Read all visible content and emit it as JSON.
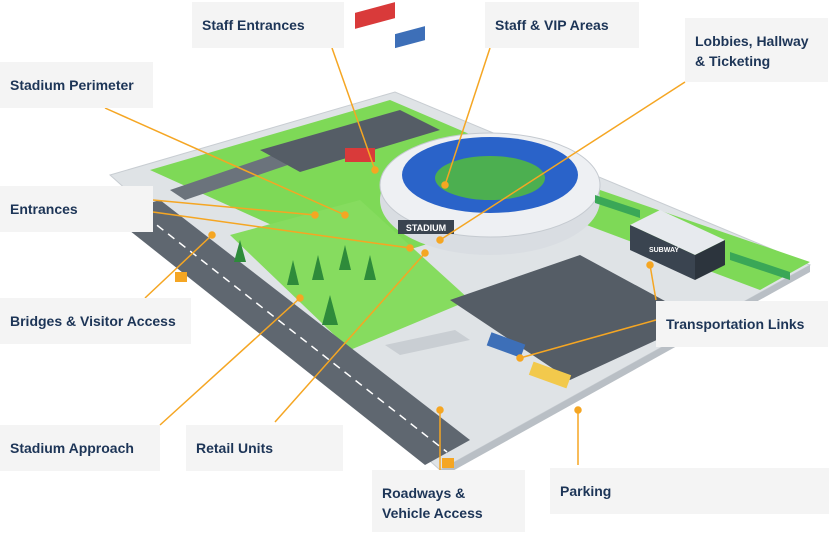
{
  "colors": {
    "accent": "#f5a623",
    "label_text": "#1d3557",
    "label_bg": "#f4f4f4",
    "grass": "#7ed957",
    "ground": "#dfe3e6",
    "road": "#5f6770",
    "stadium": "#eef0f3",
    "seats": "#2a63c9",
    "container_red": "#d93a3a",
    "container_blue": "#3d6fb8",
    "train": "#3aa757"
  },
  "signs": {
    "stadium": "STADIUM",
    "subway": "SUBWAY"
  },
  "labels": {
    "staff_entrances": "Staff Entrances",
    "staff_vip_areas": "Staff & VIP Areas",
    "lobbies": "Lobbies, Hallway\n& Ticketing",
    "stadium_perimeter": "Stadium Perimeter",
    "entrances": "Entrances",
    "bridges": "Bridges & Visitor Access",
    "transportation": "Transportation Links",
    "stadium_approach": "Stadium Approach",
    "retail_units": "Retail Units",
    "roadways": "Roadways &\nVehicle Access",
    "parking": "Parking"
  }
}
